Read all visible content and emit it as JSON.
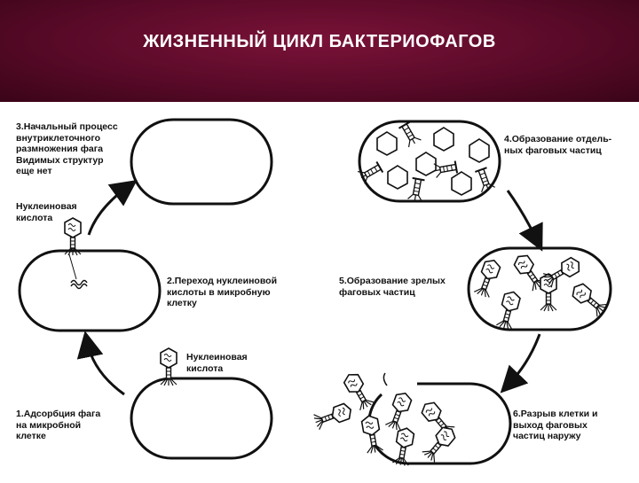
{
  "title": "ЖИЗНЕННЫЙ ЦИКЛ БАКТЕРИОФАГОВ",
  "steps": {
    "s1": "1.Адсорбция фага\nна микробной\nклетке",
    "s2": "2.Переход нуклеиновой\nкислоты в микробную\nклетку",
    "s3": "3.Начальный процесс\nвнутриклеточного\nразмножения фага\nВидимых структур\nеще нет",
    "s4": "4.Образование отдель-\nных фаговых частиц",
    "s5": "5.Образование зрелых\nфаговых частиц",
    "s6": "6.Разрыв клетки и\nвыход фаговых\nчастиц наружу"
  },
  "labels": {
    "nucleic_left": "Нуклеиновая\nкислота",
    "nucleic_bottom": "Нуклеиновая\nкислота"
  },
  "colors": {
    "header": "#5a0a28",
    "title": "#ffffff",
    "ink": "#111111"
  }
}
